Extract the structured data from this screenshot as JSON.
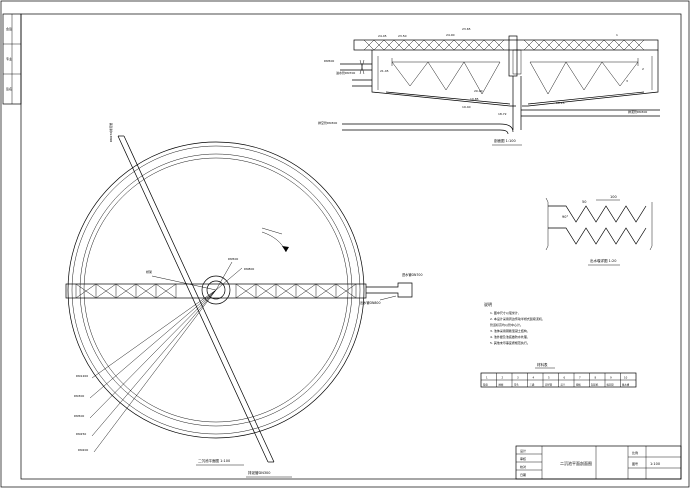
{
  "plan_view": {
    "label": "二沉池平面图 1:100",
    "top_pipe_label": "DN250排泥管",
    "weir_label": "DN800",
    "center_label": "DN500",
    "bridge_label": "桥架",
    "inlet_label": "进水管DN700",
    "outlet_label": "出水管DN800",
    "radial_labels": [
      "DN1200",
      "DN300",
      "DN500",
      "DN250",
      "DN200"
    ],
    "bottom_pipe_label": "排泥管DN300"
  },
  "section_view": {
    "label": "剖面图 1:100",
    "elevations": [
      "24.45",
      "23.50",
      "24.00",
      "23.65",
      "21.45",
      "20.00",
      "19.85",
      "19.40",
      "18.72",
      "18.15"
    ],
    "left_pipe_label": "进水管DN700",
    "inlet_label": "DN500",
    "right_pipe_label": "排泥管DN300",
    "bottom_pipe_label": "排空管DN300",
    "callout_numbers": [
      "1",
      "2",
      "3"
    ]
  },
  "weir_detail": {
    "label": "出水堰详图 1:20",
    "angle": "90°",
    "dim_small": "50",
    "dim_large": "100"
  },
  "notes": {
    "title": "说明",
    "lines": [
      "1. 图中尺寸以毫米计，",
      "2. 本设计采用周边传动半桥式刮吸泥机，",
      "   管道标高均以管中心计。",
      "3. 池体采用钢筋混凝土结构，",
      "4. 池外壁及池底做防水处理，",
      "5. 其他未尽事宜按规范执行。"
    ]
  },
  "material_table": {
    "title": "材料表",
    "header": [
      "1",
      "2",
      "3",
      "4",
      "5",
      "6",
      "7",
      "8",
      "9",
      "10"
    ],
    "row": [
      "管道",
      "闸阀",
      "弯头",
      "三通",
      "异径管",
      "法兰",
      "堰板",
      "刮泥机",
      "吸泥管",
      "集水槽"
    ]
  },
  "title_block": {
    "title": "二沉池平面剖面图",
    "scale_key": "比例",
    "scale_value": "1:100",
    "drawing_key": "图号",
    "left_labels": [
      "设计",
      "审核",
      "校对",
      "日期"
    ]
  },
  "side_strip": {
    "labels": [
      "会签",
      "专业",
      "签名"
    ]
  },
  "colors": {
    "line": "#000000",
    "background": "#ffffff"
  }
}
